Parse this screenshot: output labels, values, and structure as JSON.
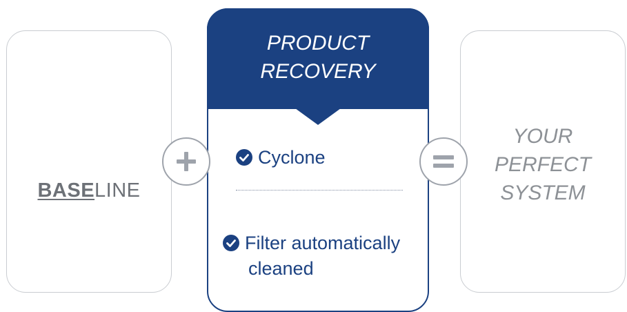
{
  "left_card": {
    "logo_bold": "BASE",
    "logo_regular": "LINE"
  },
  "center_card": {
    "title_line1": "PRODUCT",
    "title_line2": "RECOVERY",
    "features": [
      {
        "label": "Cyclone"
      },
      {
        "label_line1": "Filter automatically",
        "label_line2": "cleaned"
      }
    ]
  },
  "right_card": {
    "line1": "YOUR",
    "line2": "PERFECT",
    "line3": "SYSTEM"
  },
  "operators": {
    "plus_icon": "plus-icon",
    "equals_icon": "equals-icon"
  },
  "colors": {
    "brand_blue": "#1b4181",
    "gray_border": "#c9ccd1",
    "gray_text": "#8d9196",
    "logo_gray": "#6d7177"
  }
}
